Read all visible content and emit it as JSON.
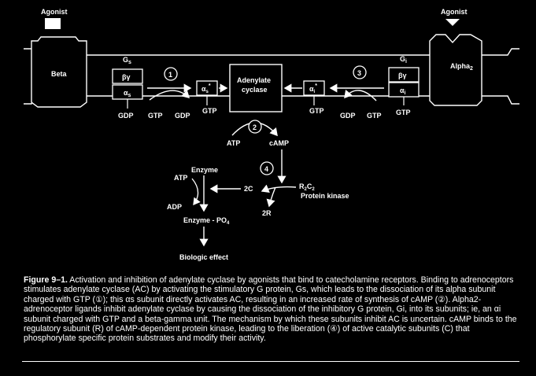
{
  "diagram": {
    "agonist_left": "Agonist",
    "agonist_right": "Agonist",
    "receptor_beta": "Beta",
    "receptor_alpha2": "Alpha",
    "receptor_alpha2_sub": "2",
    "gs_label": "G",
    "gs_sub": "s",
    "gi_label": "G",
    "gi_sub": "i",
    "beta_gamma": "βγ",
    "alpha_s": "α",
    "alpha_s_sub": "s",
    "alpha_i": "α",
    "alpha_i_sub": "i",
    "alpha_s_star": "α",
    "alpha_i_star": "α",
    "ac_line1": "Adenylate",
    "ac_line2": "cyclase",
    "gdp": "GDP",
    "gtp": "GTP",
    "atp": "ATP",
    "camp": "cAMP",
    "step1": "1",
    "step2": "2",
    "step3": "3",
    "step4": "4",
    "enzyme": "Enzyme",
    "adp": "ADP",
    "enzyme_po4": "Enzyme - PO",
    "po4_sub": "4",
    "c2": "2C",
    "r2c2": "R",
    "r2c2_rest": "C",
    "protein_kinase": "Protein kinase",
    "r2": "2R",
    "biologic_effect": "Biologic effect"
  },
  "caption": {
    "figure_label": "Figure 9–1.",
    "text": "Activation and inhibition of adenylate cyclase by agonists that bind to catecholamine receptors. Binding to adrenoceptors stimulates adenylate cyclase (AC) by activating the stimulatory G protein, Gs, which leads to the dissociation of its alpha subunit charged with GTP (①); this αs subunit directly activates AC, resulting in an increased rate of synthesis of cAMP (②). Alpha2-adrenoceptor ligands inhibit adenylate cyclase by causing the dissociation of the inhibitory G protein, Gi, into its subunits; ie, an αi subunit charged with GTP and a beta-gamma unit. The mechanism by which these subunits inhibit AC is uncertain. cAMP binds to the regulatory subunit (R) of cAMP-dependent protein kinase, leading to the liberation (④) of active catalytic subunits (C) that phosphorylate specific protein substrates and modify their activity."
  }
}
